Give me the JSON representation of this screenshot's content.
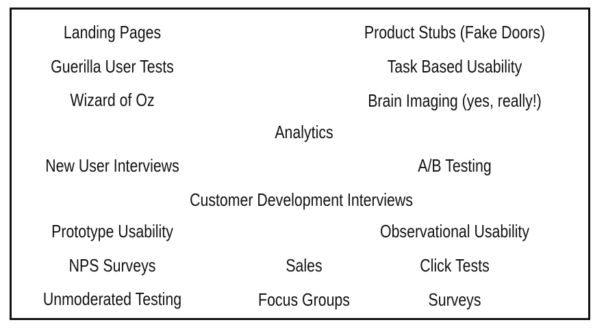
{
  "colors": {
    "text": "#111111",
    "border": "#111111",
    "background": "#ffffff"
  },
  "terms": [
    "Landing Pages",
    "Product Stubs (Fake Doors)",
    "Guerilla User Tests",
    "Task Based Usability",
    "Wizard of Oz",
    "Brain Imaging (yes, really!)",
    "Analytics",
    "New User Interviews",
    "A/B Testing",
    "Customer Development Interviews",
    "Prototype Usability",
    "Observational Usability",
    "NPS Surveys",
    "Sales",
    "Click Tests",
    "Unmoderated Testing",
    "Focus Groups",
    "Surveys"
  ]
}
